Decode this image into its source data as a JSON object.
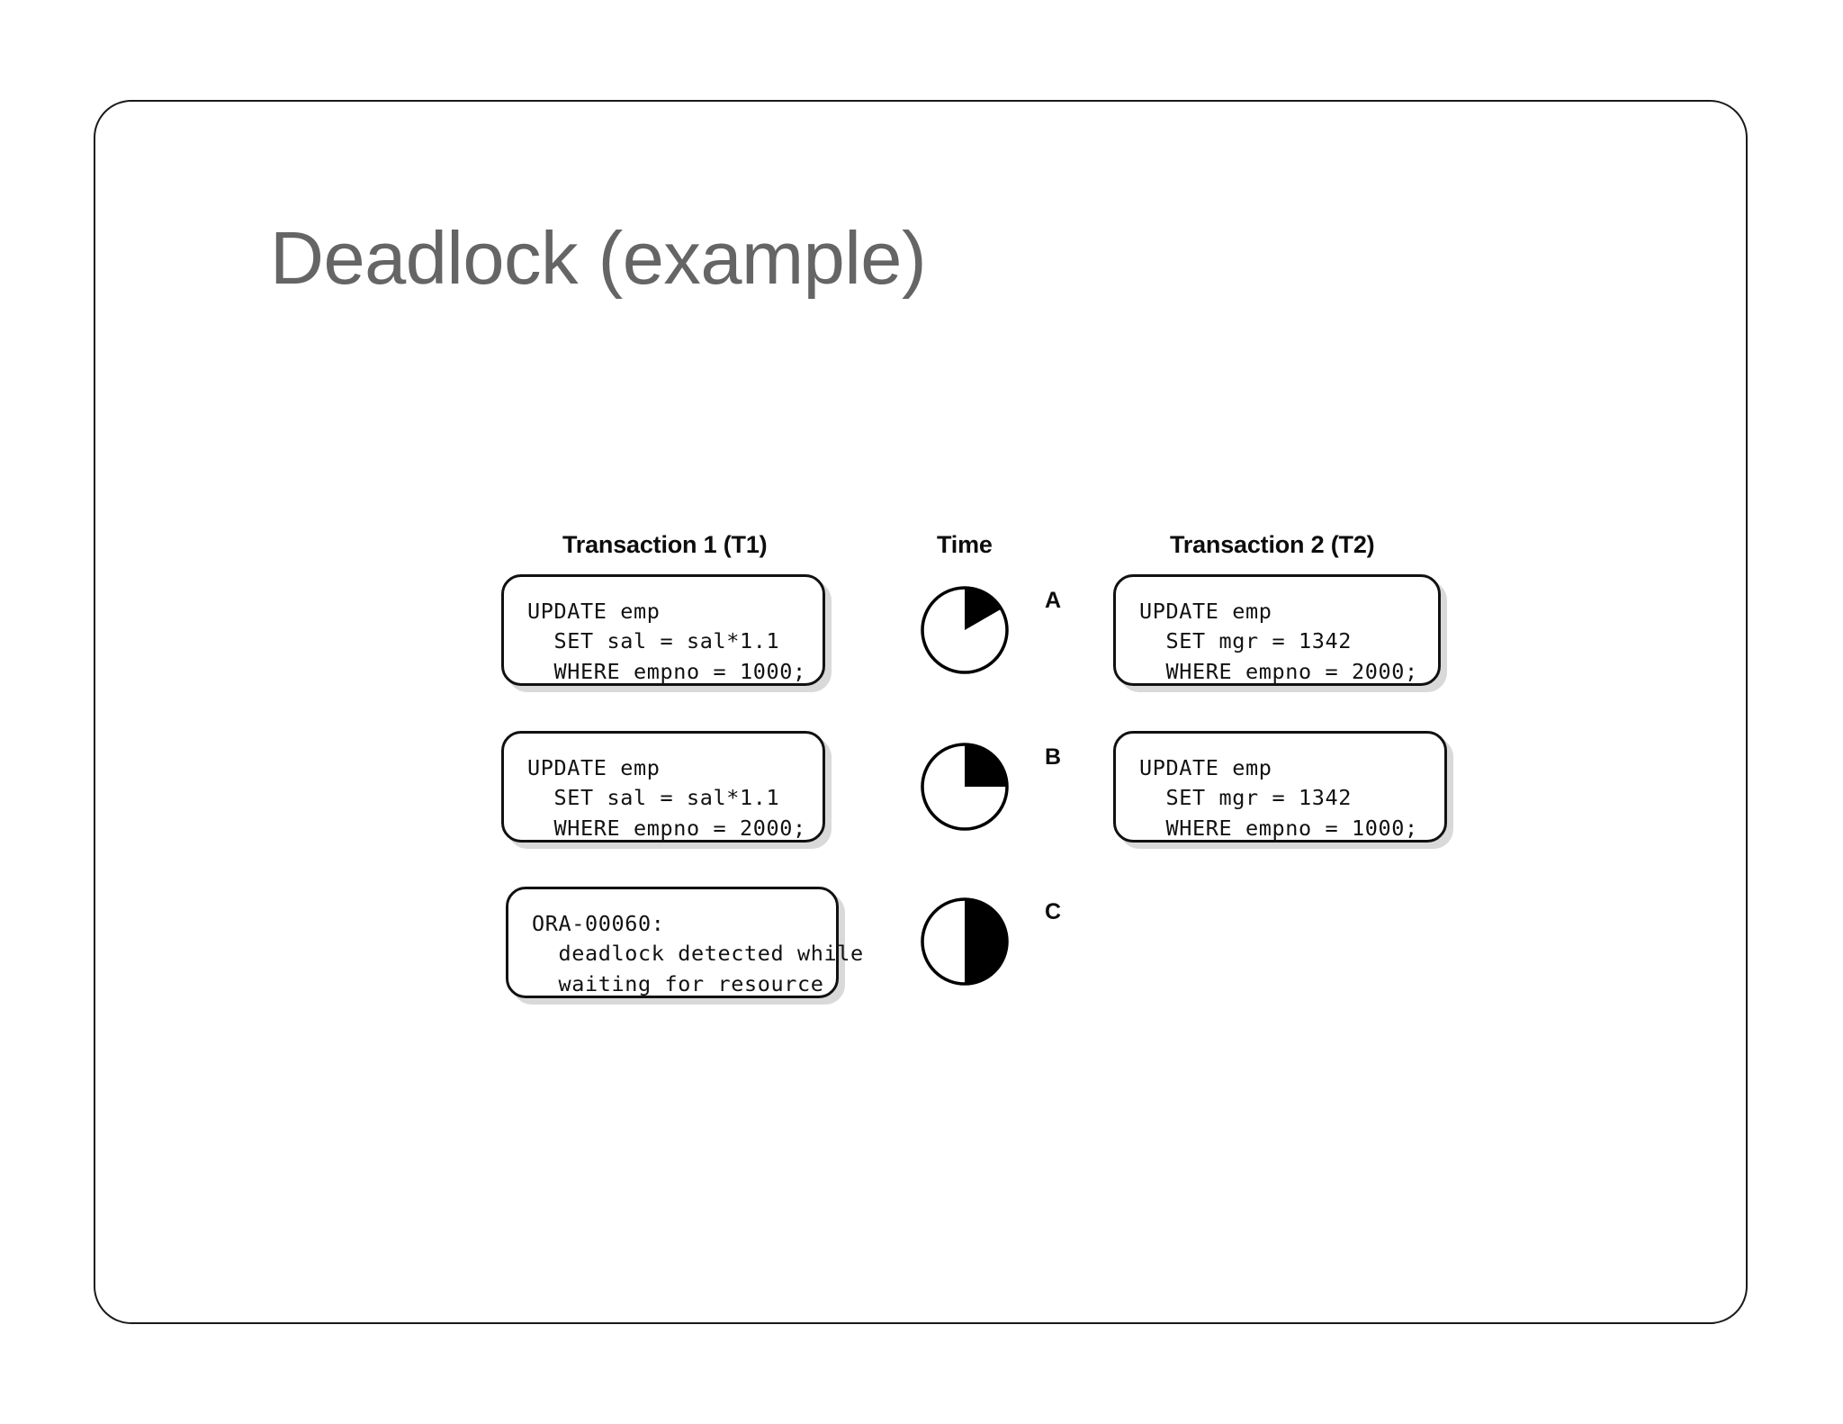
{
  "slide": {
    "title": "Deadlock (example)",
    "title_color": "#656565",
    "frame_border_color": "#1a1a1a",
    "background_color": "#ffffff"
  },
  "diagram": {
    "headers": {
      "transaction1": "Transaction 1 (T1)",
      "time": "Time",
      "transaction2": "Transaction 2 (T2)"
    },
    "rows": [
      {
        "time_label": "A",
        "pie_fill_degrees": 60,
        "t1_code": "UPDATE emp\n  SET sal = sal*1.1\n  WHERE empno = 1000;",
        "t2_code": "UPDATE emp\n  SET mgr = 1342\n  WHERE empno = 2000;"
      },
      {
        "time_label": "B",
        "pie_fill_degrees": 90,
        "t1_code": "UPDATE emp\n  SET sal = sal*1.1\n  WHERE empno = 2000;",
        "t2_code": "UPDATE emp\n  SET mgr = 1342\n  WHERE empno = 1000;"
      },
      {
        "time_label": "C",
        "pie_fill_degrees": 180,
        "t1_code": "ORA-00060:\n  deadlock detected while\n  waiting for resource",
        "t2_code": null
      }
    ],
    "pie_colors": {
      "fill": "#000000",
      "stroke": "#000000",
      "empty": "#ffffff"
    }
  }
}
